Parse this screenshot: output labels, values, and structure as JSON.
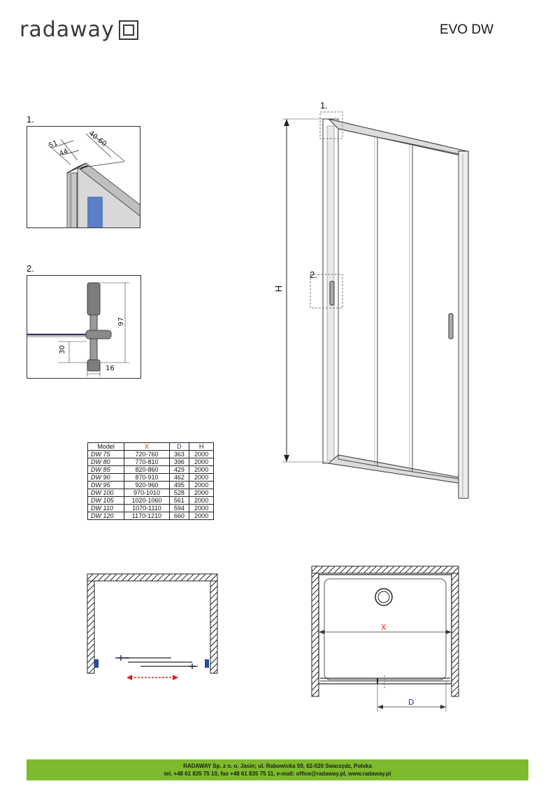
{
  "header": {
    "logo_text": "radaway",
    "product_name": "EVO DW"
  },
  "details": {
    "detail1": {
      "number": "1.",
      "dims": [
        "51",
        "44",
        "40-60"
      ]
    },
    "detail2": {
      "number": "2.",
      "dims": [
        "97",
        "30",
        "16"
      ]
    }
  },
  "main_drawing": {
    "label1": "1.",
    "label2": "2.",
    "height_label": "H"
  },
  "table": {
    "headers": [
      "Model",
      "X",
      "D",
      "H"
    ],
    "rows": [
      [
        "DW 75",
        "720-760",
        "363",
        "2000"
      ],
      [
        "DW 80",
        "770-810",
        "396",
        "2000"
      ],
      [
        "DW 85",
        "820-860",
        "429",
        "2000"
      ],
      [
        "DW 90",
        "870-910",
        "462",
        "2000"
      ],
      [
        "DW 95",
        "920-960",
        "495",
        "2000"
      ],
      [
        "DW 100",
        "970-1010",
        "528",
        "2000"
      ],
      [
        "DW 105",
        "1020-1060",
        "561",
        "2000"
      ],
      [
        "DW 110",
        "1070-1110",
        "594",
        "2000"
      ],
      [
        "DW 120",
        "1170-1210",
        "660",
        "2000"
      ]
    ]
  },
  "plan_view": {
    "x_label": "X",
    "d_label": "D"
  },
  "colors": {
    "accent_green": "#7dba2e",
    "x_red": "#d22222",
    "d_blue": "#2233aa",
    "wall_blue": "#2a4a9a"
  },
  "footer": {
    "line1": "RADAWAY Sp. z o. o. Jasin; ul. Rabowicka 59, 62-020 Swarzędz, Polska",
    "line2": "tel. +48 61 835 75 10, fax +48 61 835 75 11, e-mail: office@radaway.pl, www.radaway.pl"
  }
}
